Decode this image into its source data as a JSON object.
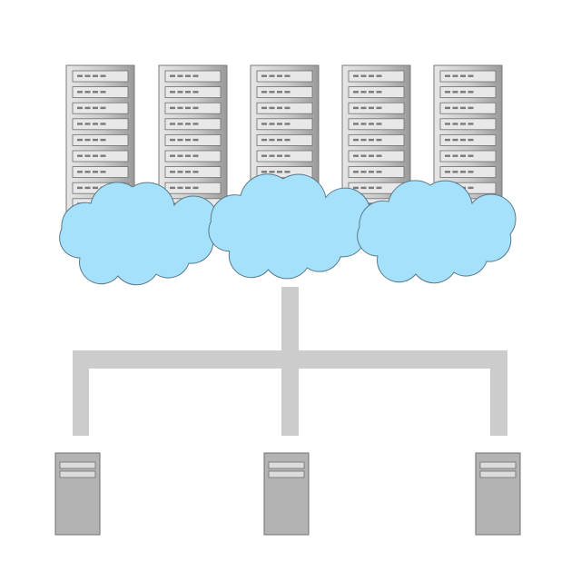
{
  "diagram": {
    "rack_count": 5,
    "rack_units_per_rack": 9,
    "cloud_count": 3,
    "client_count": 3,
    "colors": {
      "background": "#ffffff",
      "rack_fill_light": "#e6e6e6",
      "rack_fill_dark": "#9a9a9a",
      "rack_stroke": "#7a7a7a",
      "rack_slot_fill": "#e8e8e8",
      "rack_slot_stroke": "#6f6f6f",
      "rack_led": "#7a7a7a",
      "cloud_fill": "#a6e1fb",
      "cloud_stroke": "#5a7a8a",
      "connector": "#cccccc",
      "client_body": "#b3b3b3",
      "client_stroke": "#6f6f6f",
      "client_bay": "#dcdcdc"
    },
    "icons": {
      "rack": "server-rack-icon",
      "cloud": "cloud-icon",
      "client": "tower-server-icon"
    }
  }
}
